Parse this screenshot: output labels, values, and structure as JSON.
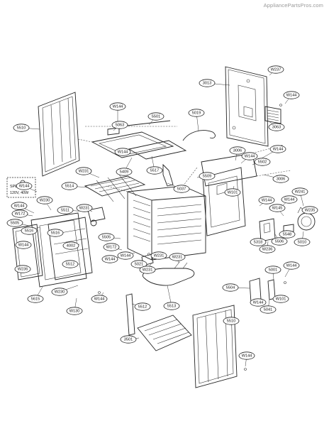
{
  "watermark": "AppliancePartsPros.com",
  "spec_note": {
    "line1": "SPEC:",
    "line2": "120V, 40W"
  },
  "labels": [
    "3013",
    "W237",
    "W144",
    "3063",
    "5019",
    "5501",
    "5063",
    "W144",
    "W144",
    "5409",
    "5517",
    "5510",
    "W231",
    "5514",
    "3006",
    "W144",
    "5502",
    "W144",
    "3006",
    "5509",
    "5037",
    "W101",
    "W241",
    "W144",
    "W144",
    "W144",
    "W145",
    "W235",
    "5511",
    "W231",
    "W144",
    "W230",
    "W172",
    "5505",
    "5516",
    "W144",
    "5516",
    "4002",
    "5505",
    "W172",
    "5548",
    "5318",
    "5506",
    "W236",
    "5010",
    "W144",
    "W236",
    "5512",
    "W144",
    "W231",
    "5021",
    "W231",
    "W231",
    "5513",
    "5001",
    "W144",
    "5504",
    "W101",
    "W144",
    "5041",
    "5615",
    "W230",
    "W130",
    "W144",
    "5512",
    "5510",
    "3501",
    "W144"
  ]
}
